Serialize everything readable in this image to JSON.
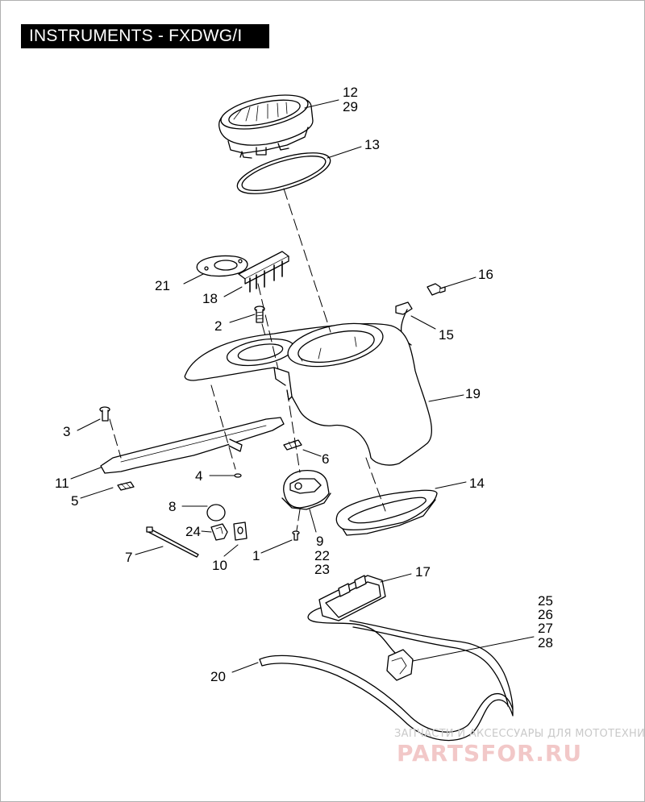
{
  "title": "INSTRUMENTS - FXDWG/I",
  "callouts": {
    "c1": "1",
    "c2": "2",
    "c3": "3",
    "c4": "4",
    "c5": "5",
    "c6": "6",
    "c7": "7",
    "c8": "8",
    "c9": "9",
    "c10": "10",
    "c11": "11",
    "c12": "12",
    "c13": "13",
    "c14": "14",
    "c15": "15",
    "c16": "16",
    "c17": "17",
    "c18": "18",
    "c19": "19",
    "c20": "20",
    "c21": "21",
    "c22": "22",
    "c23": "23",
    "c24": "24",
    "c25": "25",
    "c26": "26",
    "c27": "27",
    "c28": "28",
    "c29": "29"
  },
  "watermark": {
    "tagline": "ЗАПЧАСТИ И АКСЕССУАРЫ ДЛЯ МОТОТЕХНИКИ",
    "logo": "PARTSFOR.RU"
  }
}
